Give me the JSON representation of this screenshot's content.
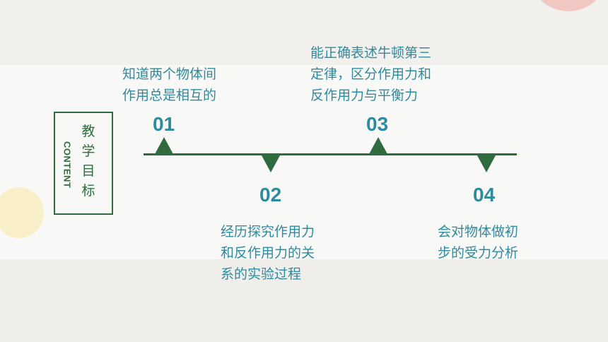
{
  "colors": {
    "accent": "#2f6b3e",
    "text": "#2f8a9e"
  },
  "content": {
    "en": "CONTENT",
    "cn": [
      "教",
      "学",
      "目",
      "标"
    ]
  },
  "items": [
    {
      "num": "01",
      "lines": [
        "知道两个物体间",
        "作用总是相互的"
      ]
    },
    {
      "num": "02",
      "lines": [
        "经历探究作用力",
        "和反作用力的关",
        "系的实验过程"
      ]
    },
    {
      "num": "03",
      "lines": [
        "能正确表述牛顿第三",
        "定律，区分作用力和",
        "反作用力与平衡力"
      ]
    },
    {
      "num": "04",
      "lines": [
        "会对物体做初",
        "步的受力分析"
      ]
    }
  ]
}
